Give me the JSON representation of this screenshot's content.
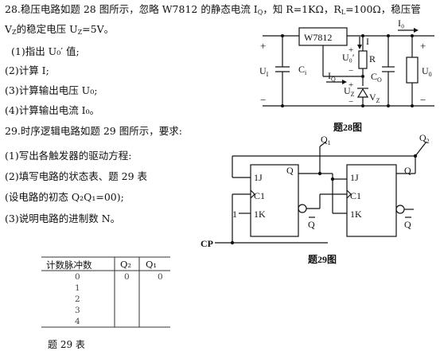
{
  "q28": {
    "line1a": "28.稳压电路如题 28 图所示，忽略 W7812 的静态电流 I",
    "line1_sub": "Q",
    "line1b": "，知 R=1KΩ，R",
    "line1_sub2": "L",
    "line1c": "=100Ω，稳压管",
    "line2a": "V",
    "line2_sub": "Z",
    "line2b": "的稳定电压 U",
    "line2_sub2": "Z",
    "line2c": "=5V。",
    "item1": "(1)指出 U₀′ 值;",
    "item2": "(2)计算 I;",
    "item3": "(3)计算输出电压 U₀;",
    "item4": "(4)计算输出电流 I₀。"
  },
  "q29": {
    "title": "29.时序逻辑电路如题 29 图所示，要求:",
    "item1": "(1)写出各触发器的驱动方程:",
    "item2": "(2)填写电路的状态表、题 29 表",
    "item3": "(设电路的初态 Q₂Q₁=00);",
    "item4": "(3)说明电路的进制数 N。"
  },
  "fig28": {
    "chip": "W7812",
    "i_label": "I",
    "io_label": "I₀",
    "uo_prime": "U₀′",
    "r_label": "R",
    "iq_label": "I",
    "iq_sub": "Q",
    "ui_label": "U",
    "ui_sub": "I",
    "ci_label": "C",
    "ci_sub": "i",
    "co_label": "C",
    "co_sub": "O",
    "uz_label": "U",
    "uz_sub": "Z",
    "vz_label": "V",
    "vz_sub": "Z",
    "uo_label": "U",
    "uo_sub": "0",
    "plus": "+",
    "minus": "−",
    "caption": "题28图"
  },
  "fig29": {
    "q1": "Q",
    "q1_sub": "1",
    "q2": "Q",
    "q2_sub": "2",
    "j": "1J",
    "c": "C1",
    "k": "1K",
    "q": "Q",
    "qbar": "Q",
    "one": "1",
    "cp": "CP",
    "caption": "题29图"
  },
  "table29": {
    "headers": [
      "计数脉冲数",
      "Q₂",
      "Q₁"
    ],
    "rows": [
      [
        "0",
        "0",
        "0"
      ],
      [
        "1",
        "",
        ""
      ],
      [
        "2",
        "",
        ""
      ],
      [
        "3",
        "",
        ""
      ],
      [
        "4",
        "",
        ""
      ]
    ],
    "caption": "题 29 表"
  }
}
